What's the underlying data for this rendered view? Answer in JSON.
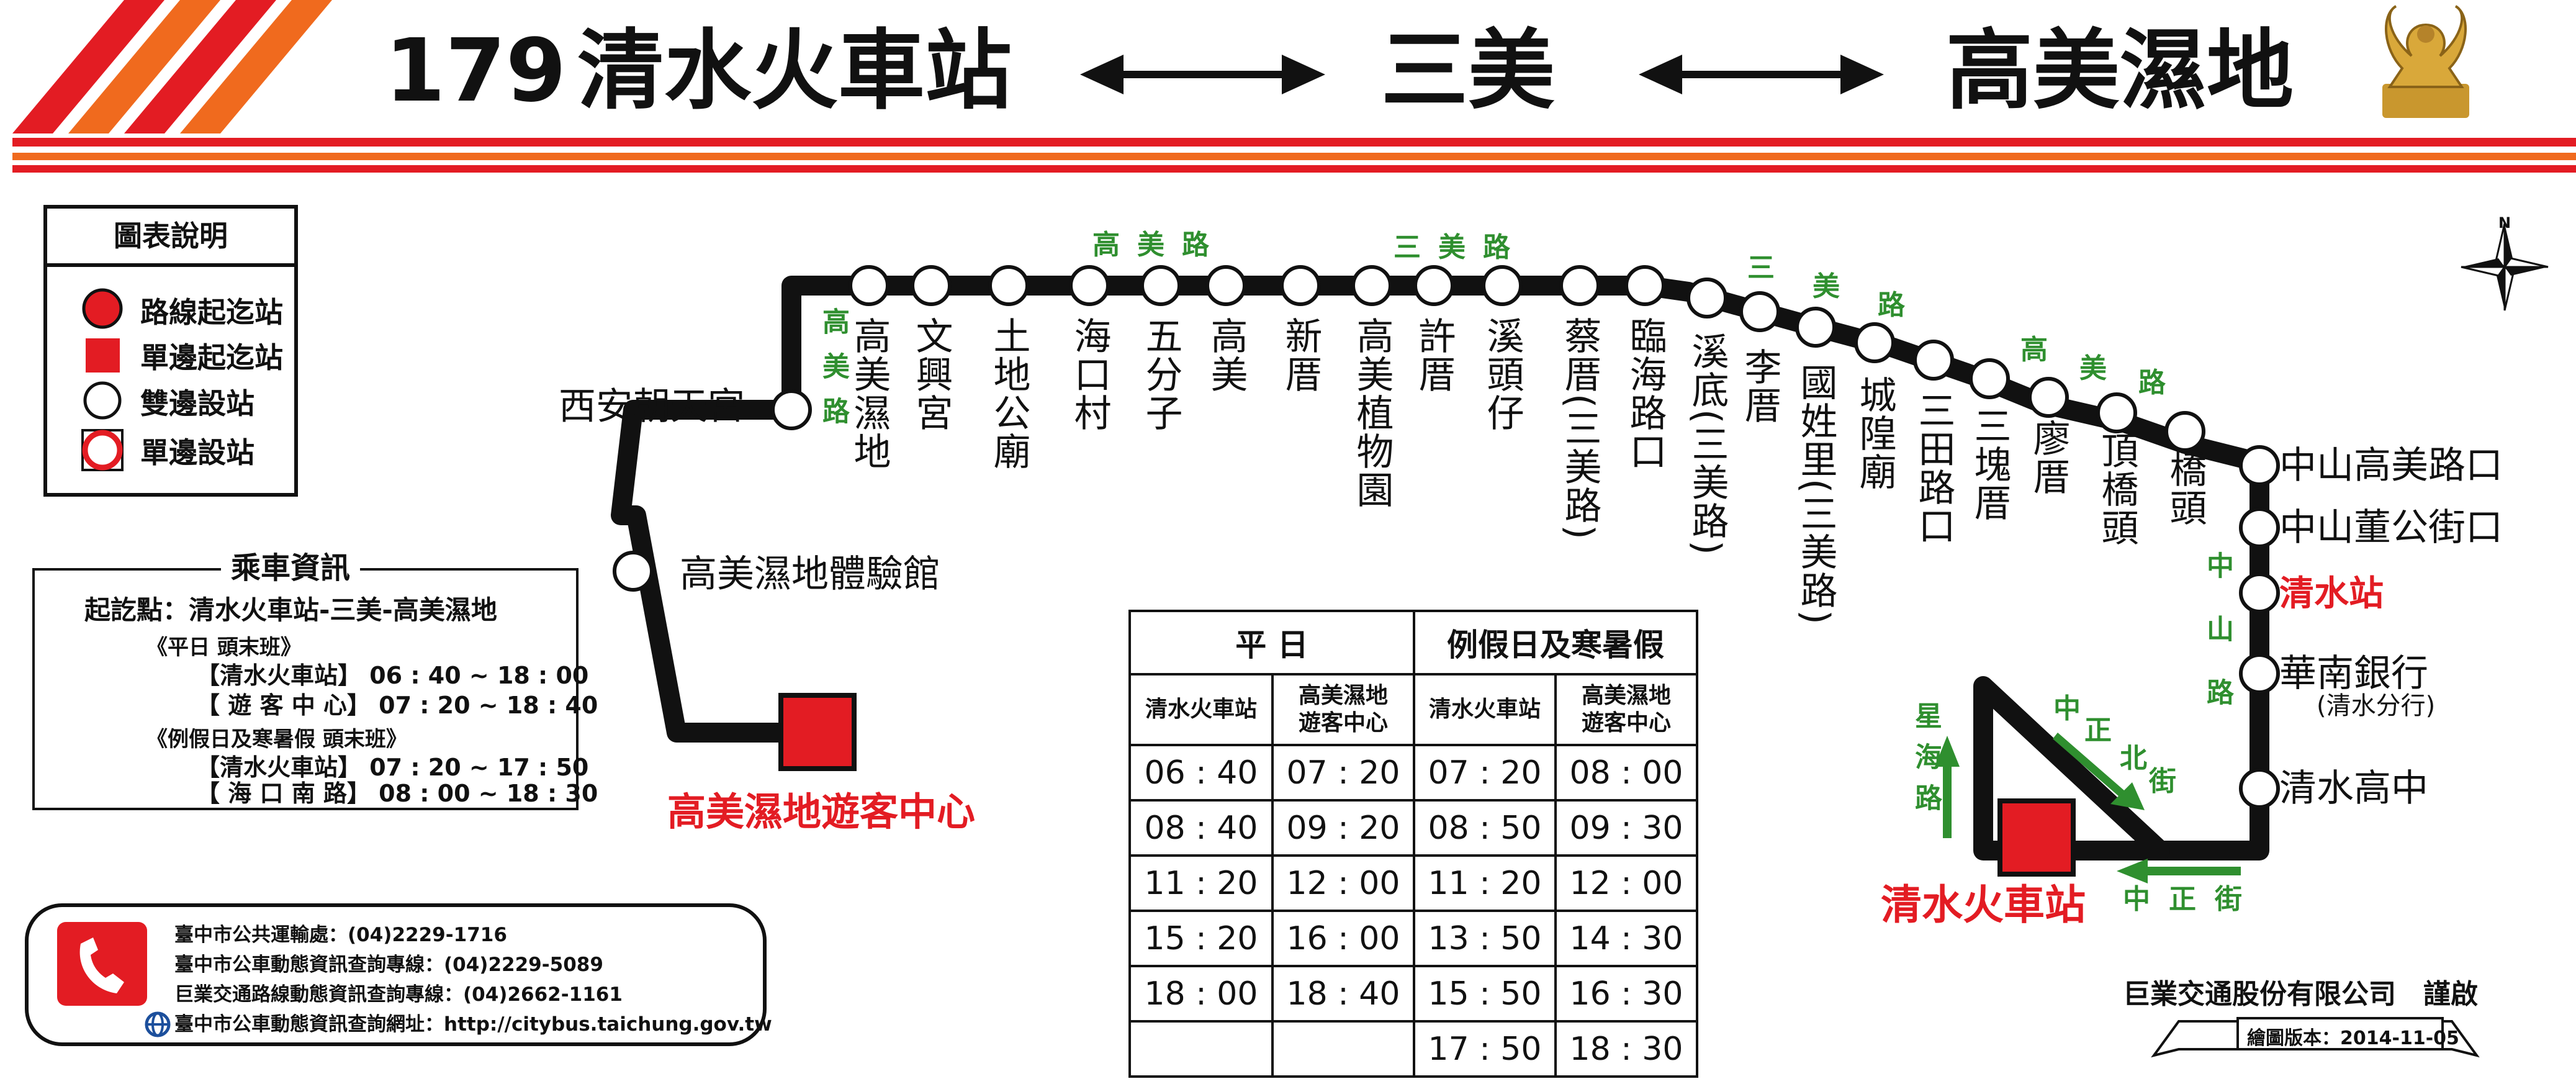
{
  "header": {
    "route_number": "179",
    "terminal_start": "清水火車站",
    "via": "三美",
    "terminal_end": "高美濕地"
  },
  "legend": {
    "title": "圖表說明",
    "items": [
      {
        "icon": "red-circle-icon",
        "label": "路線起迄站"
      },
      {
        "icon": "red-square-icon",
        "label": "單邊起迄站"
      },
      {
        "icon": "white-circle-icon",
        "label": "雙邊設站"
      },
      {
        "icon": "half-circle-icon",
        "label": "單邊設站"
      }
    ]
  },
  "ride_info": {
    "title": "乘車資訊",
    "endpoints": "起訖點：清水火車站-三美-高美濕地",
    "weekday_head": "《平日 頭末班》",
    "weekday_line1": "【清水火車站】 06 : 40 ~ 18 : 00",
    "weekday_line2": "【 遊 客 中 心】 07 : 20 ~ 18 : 40",
    "holiday_head": "《例假日及寒暑假 頭末班》",
    "holiday_line1": "【清水火車站】 07 : 20 ~ 17 : 50",
    "holiday_line2": "【 海 口 南 路】 08 : 00 ~ 18 : 30"
  },
  "contacts": {
    "line1": "臺中市公共運輸處：(04)2229-1716",
    "line2": "臺中市公車動態資訊查詢專線：(04)2229-5089",
    "line3": "巨業交通路線動態資訊查詢專線：(04)2662-1161",
    "line4": "臺中市公車動態資訊查詢網址：http://citybus.taichung.gov.tw"
  },
  "timetable": {
    "groups": [
      "平 日",
      "例假日及寒暑假"
    ],
    "columns": [
      "清水火車站",
      "高美濕地\n遊客中心",
      "清水火車站",
      "高美濕地\n遊客中心"
    ],
    "rows": [
      [
        "06 : 40",
        "07 : 20",
        "07 : 20",
        "08 : 00"
      ],
      [
        "08 : 40",
        "09 : 20",
        "08 : 50",
        "09 : 30"
      ],
      [
        "11 : 20",
        "12 : 00",
        "11 : 20",
        "12 : 00"
      ],
      [
        "15 : 20",
        "16 : 00",
        "13 : 50",
        "14 : 30"
      ],
      [
        "18 : 00",
        "18 : 40",
        "15 : 50",
        "16 : 30"
      ],
      [
        "",
        "",
        "17 : 50",
        "18 : 30"
      ]
    ]
  },
  "stops_top": [
    "高美濕地",
    "文興宮",
    "土地公廟",
    "海口村",
    "五分子",
    "高美",
    "新厝",
    "高美植物園",
    "許厝",
    "溪頭仔",
    "蔡厝(三美路)",
    "臨海路口",
    "溪底(三美路)",
    "李厝",
    "國姓里(三美路)",
    "城隍廟",
    "三田路口",
    "三塊厝",
    "廖厝",
    "頂橋頭",
    "橋頭"
  ],
  "stops_right": [
    "中山高美路口",
    "中山董公街口",
    "清水站",
    "華南銀行",
    "清水高中"
  ],
  "stop_note": "(清水分行)",
  "stops_left": [
    "西安朝天宮",
    "高美濕地體驗館"
  ],
  "terminals": {
    "visitor_center": "高美濕地遊客中心",
    "train_station": "清水火車站"
  },
  "roads": {
    "gaomei_vertical": "高美路",
    "gaomei_top": "高美路",
    "sanmei_top": "三美路",
    "sanmei_diag": [
      "三",
      "美",
      "路"
    ],
    "gaomei_diag": [
      "高",
      "美",
      "路"
    ],
    "zhongshan": "中山路",
    "xinghai": "星海路",
    "zhongzheng_north": [
      "中",
      "正",
      "北",
      "街"
    ],
    "zhongzheng": [
      "中",
      "正",
      "街"
    ]
  },
  "compass_letter": "N",
  "company": "巨業交通股份有限公司　謹啟",
  "version": "繪圖版本：2014-11-05",
  "colors": {
    "accent_red": "#e31c23",
    "accent_orange": "#f06a1e",
    "road_green": "#2f8f2f",
    "route_black": "#111111"
  }
}
